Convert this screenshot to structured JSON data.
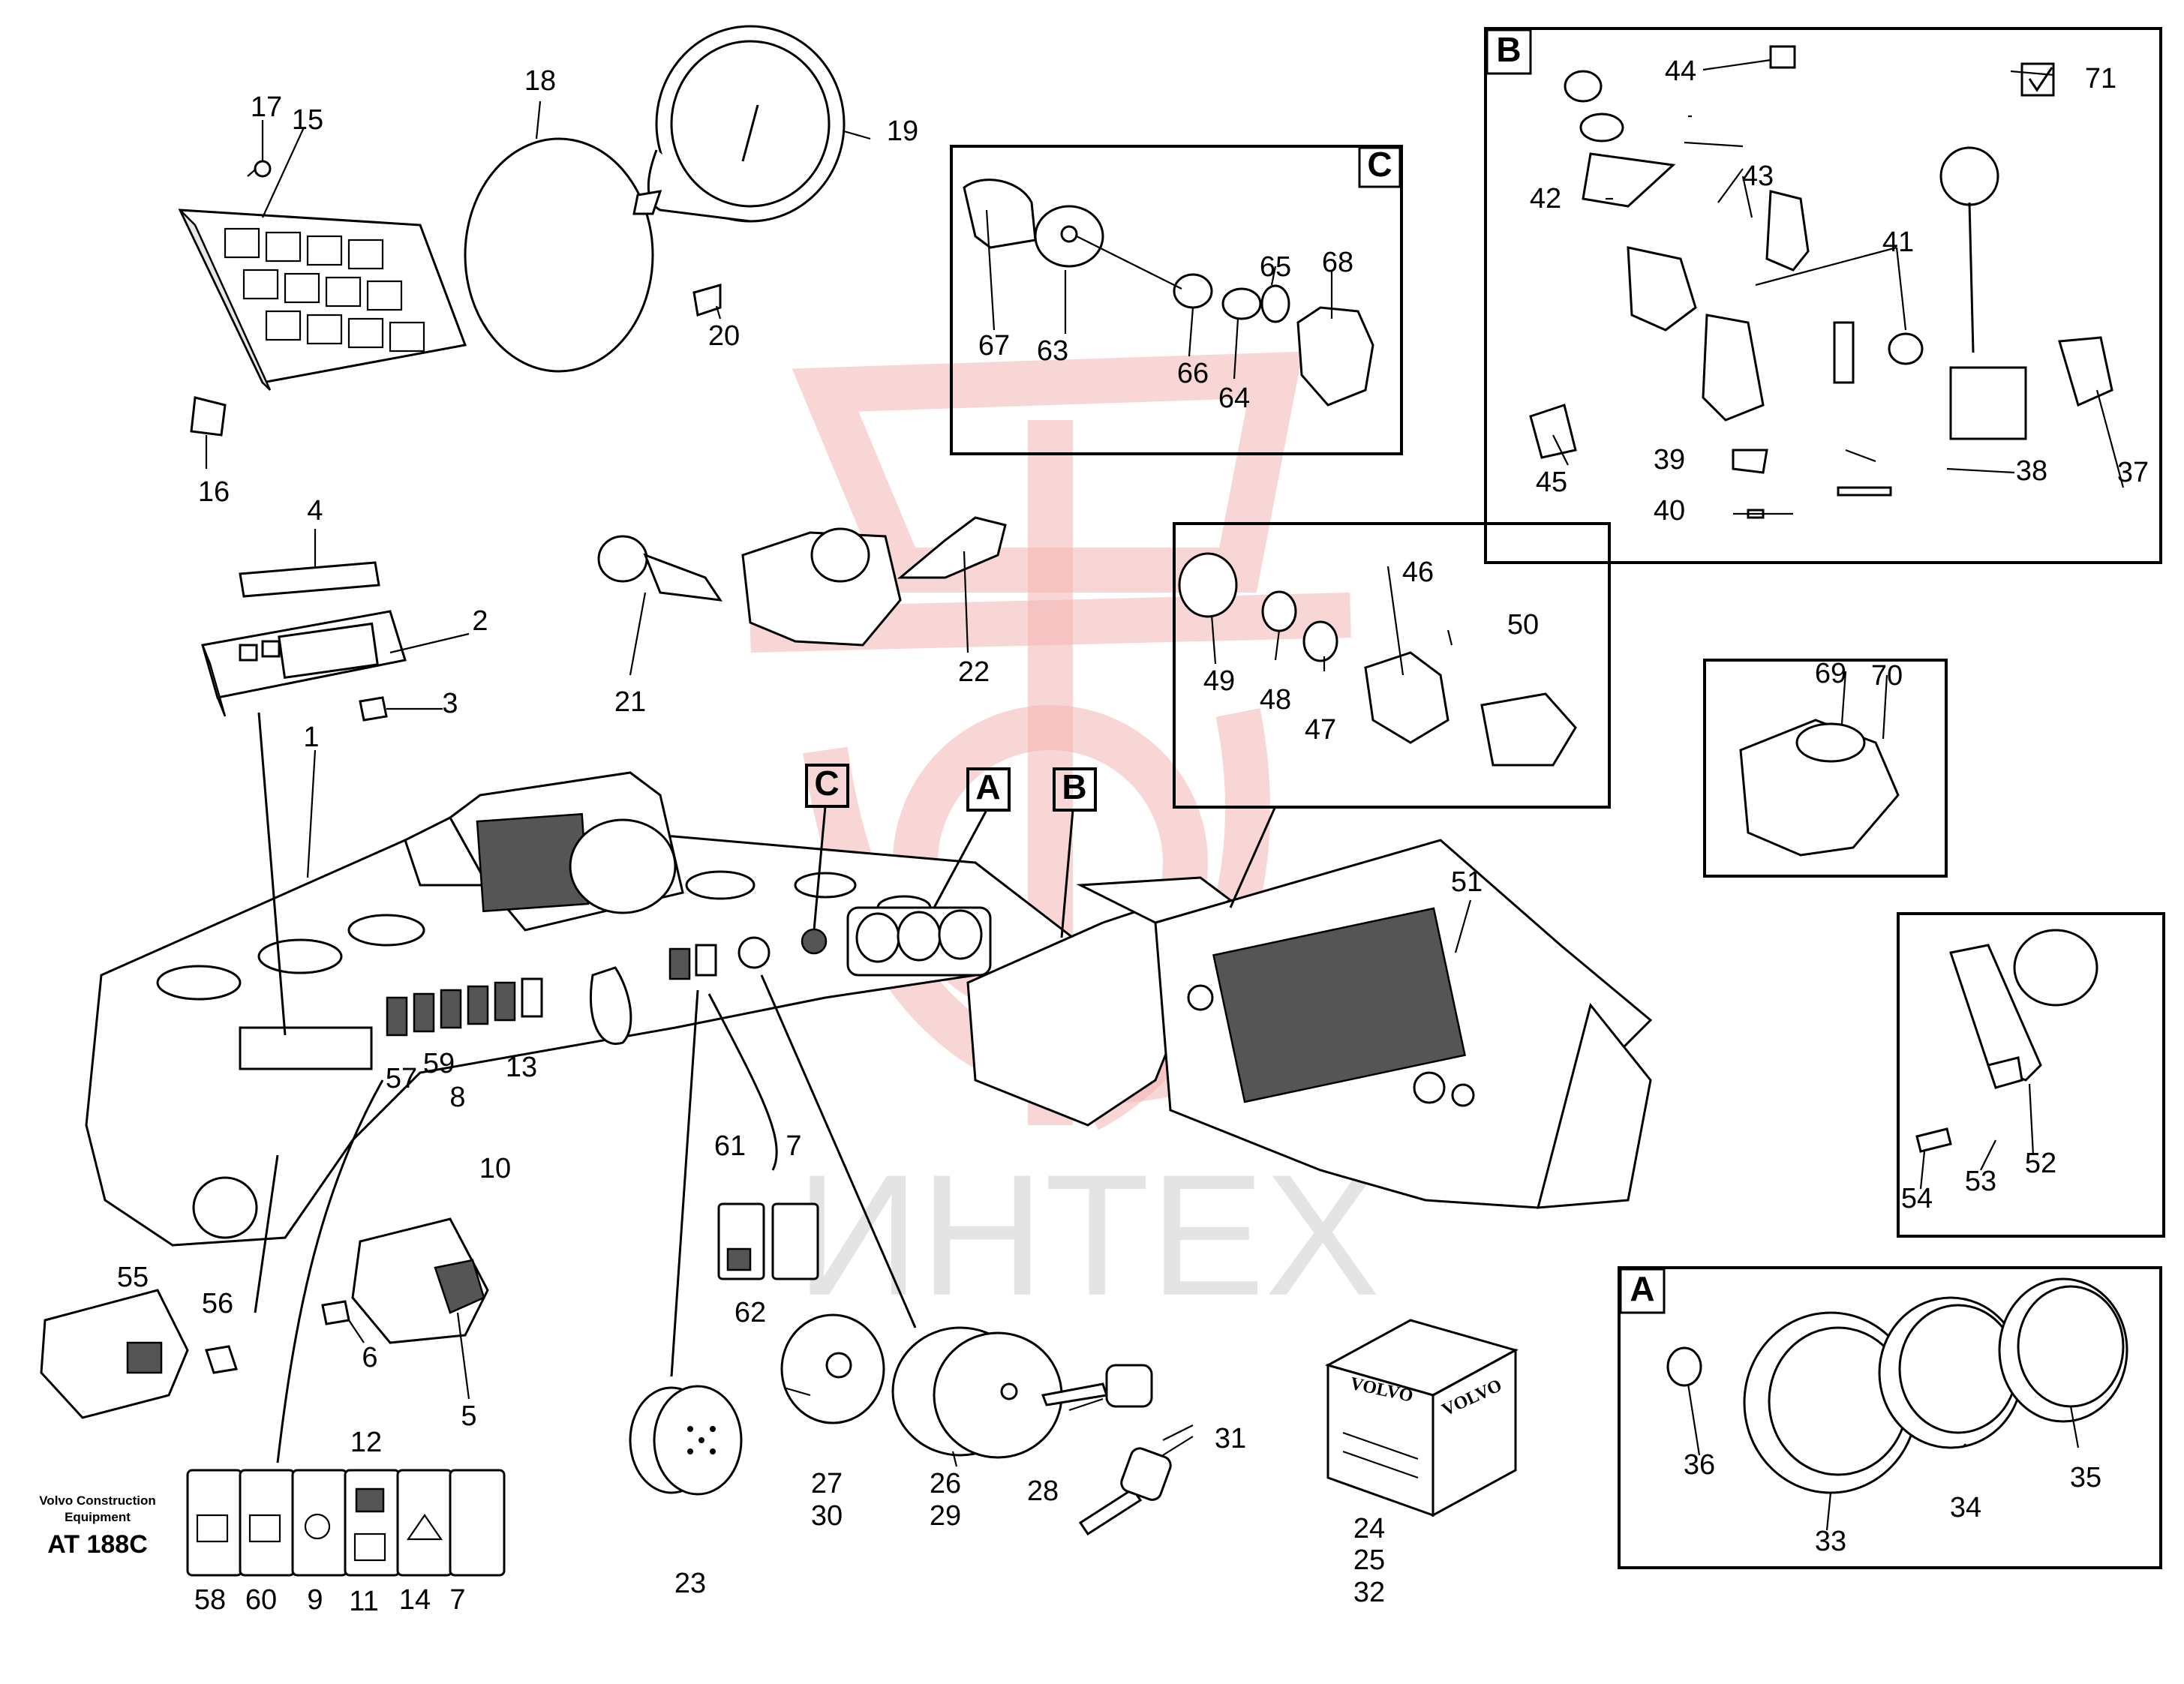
{
  "callout_letters": {
    "a": "A",
    "b": "B",
    "c": "C"
  },
  "parts": {
    "p1": "1",
    "p2": "2",
    "p3": "3",
    "p4": "4",
    "p5": "5",
    "p6": "6",
    "p7": "7",
    "p8": "8",
    "p9": "9",
    "p10": "10",
    "p11": "11",
    "p12": "12",
    "p13": "13",
    "p14": "14",
    "p15": "15",
    "p16": "16",
    "p17": "17",
    "p18": "18",
    "p19": "19",
    "p20": "20",
    "p21": "21",
    "p22": "22",
    "p23": "23",
    "p24": "24",
    "p25": "25",
    "p26": "26",
    "p27": "27",
    "p28": "28",
    "p29": "29",
    "p30": "30",
    "p31": "31",
    "p32": "32",
    "p33": "33",
    "p34": "34",
    "p35": "35",
    "p36": "36",
    "p37": "37",
    "p38": "38",
    "p39": "39",
    "p40": "40",
    "p41": "41",
    "p42": "42",
    "p43": "43",
    "p44": "44",
    "p45": "45",
    "p46": "46",
    "p47": "47",
    "p48": "48",
    "p49": "49",
    "p50": "50",
    "p51": "51",
    "p52": "52",
    "p53": "53",
    "p54": "54",
    "p55": "55",
    "p56": "56",
    "p57": "57",
    "p58": "58",
    "p59": "59",
    "p60": "60",
    "p61": "61",
    "p62": "62",
    "p63": "63",
    "p64": "64",
    "p65": "65",
    "p66": "66",
    "p67": "67",
    "p68": "68",
    "p69": "69",
    "p70": "70",
    "p71": "71"
  },
  "branding": {
    "box_text": "VOLVO",
    "caption_line1": "Volvo Construction",
    "caption_line2": "Equipment",
    "drawing_code": "AT 188C",
    "watermark_text": "ИНТЕХ"
  },
  "colors": {
    "line": "#000000",
    "watermark_logo": "#f4b4b4",
    "watermark_text": "#d9d9d9",
    "background": "#ffffff"
  }
}
